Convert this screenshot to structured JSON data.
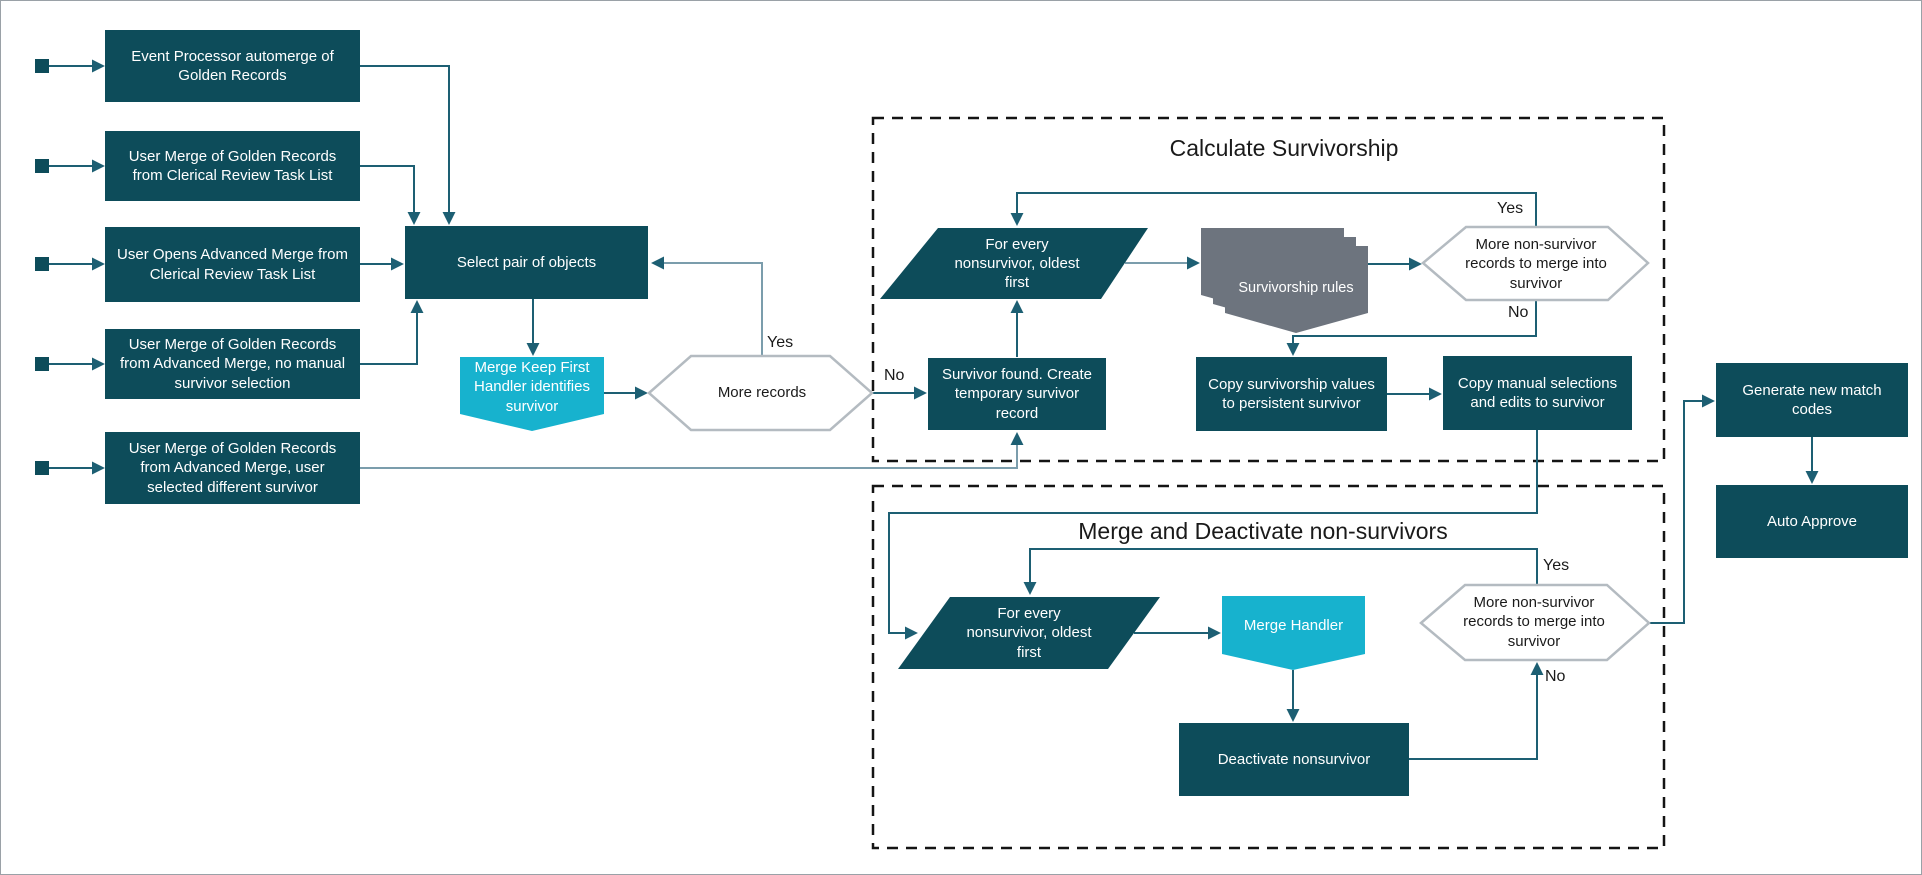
{
  "diagram": {
    "titles": {
      "survivorship": "Calculate Survivorship",
      "merge_deactivate": "Merge and Deactivate non-survivors"
    },
    "nodes": {
      "event_processor": {
        "label": "Event Processor automerge of\nGolden Records"
      },
      "user_merge_clerical": {
        "label": "User Merge of Golden Records\nfrom Clerical Review Task List"
      },
      "user_opens_advanced": {
        "label": "User Opens Advanced Merge from\nClerical Review Task List"
      },
      "user_merge_no_manual": {
        "label": "User Merge of Golden Records\nfrom Advanced Merge, no manual\nsurvivor selection"
      },
      "user_merge_diff_survivor": {
        "label": "User Merge of Golden Records\nfrom Advanced Merge, user\nselected different survivor"
      },
      "select_pair": {
        "label": "Select pair of objects"
      },
      "merge_keep_first": {
        "label": "Merge Keep First\nHandler identifies\nsurvivor"
      },
      "more_records": {
        "label": "More records"
      },
      "survivor_found": {
        "label": "Survivor found. Create\ntemporary survivor\nrecord"
      },
      "for_every_top": {
        "label": "For every\nnonsurvivor, oldest\nfirst"
      },
      "survivorship_rules": {
        "label": "Survivorship rules"
      },
      "more_nonsurvivor_top": {
        "label": "More non-survivor\nrecords to merge into\nsurvivor"
      },
      "copy_survivorship": {
        "label": "Copy survivorship values\nto persistent survivor"
      },
      "copy_manual": {
        "label": "Copy manual selections\nand edits to survivor"
      },
      "generate_match_codes": {
        "label": "Generate new match\ncodes"
      },
      "auto_approve": {
        "label": "Auto Approve"
      },
      "for_every_bottom": {
        "label": "For every\nnonsurvivor, oldest\nfirst"
      },
      "merge_handler": {
        "label": "Merge Handler"
      },
      "deactivate_nonsurvivor": {
        "label": "Deactivate nonsurvivor"
      },
      "more_nonsurvivor_bottom": {
        "label": "More non-survivor\nrecords to merge into\nsurvivor"
      }
    },
    "edge_labels": {
      "yes": "Yes",
      "no": "No"
    },
    "colors": {
      "node_fill": "#0d4c5a",
      "accent_fill": "#17b2ce",
      "rules_fill": "#6d747e",
      "connector": "#1d5f73",
      "connector_light": "#7b9dac",
      "decision_border": "#b4bbc1"
    }
  }
}
